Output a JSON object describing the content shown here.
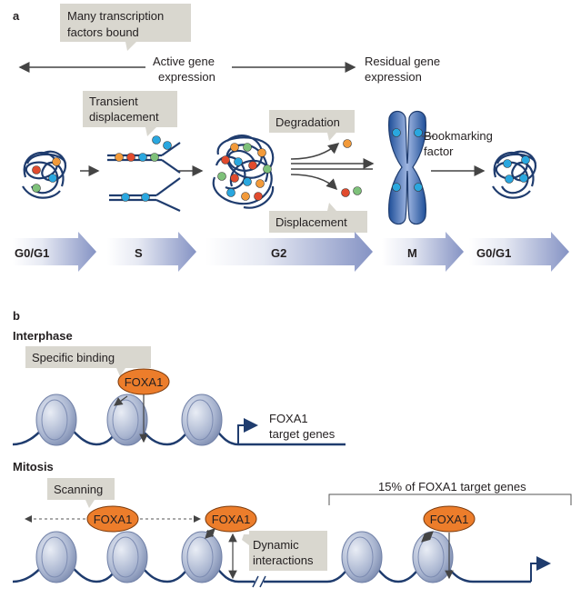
{
  "panel_a": {
    "letter": "a",
    "many_tf_box": [
      "Many transcription",
      "factors bound"
    ],
    "active_expr": [
      "Active gene",
      "expression"
    ],
    "residual_expr": [
      "Residual gene",
      "expression"
    ],
    "transient_box": [
      "Transient",
      "displacement"
    ],
    "degradation": "Degradation",
    "displacement": "Displacement",
    "bookmarking": [
      "Bookmarking",
      "factor"
    ],
    "phases": [
      "G0/G1",
      "S",
      "G2",
      "M",
      "G0/G1"
    ]
  },
  "panel_b": {
    "letter": "b",
    "interphase": "Interphase",
    "specific_binding": "Specific binding",
    "foxa1": "FOXA1",
    "target_genes": [
      "FOXA1",
      "target genes"
    ],
    "mitosis": "Mitosis",
    "scanning": "Scanning",
    "dynamic": [
      "Dynamic",
      "interactions"
    ],
    "percent_label": "15% of FOXA1 target genes"
  },
  "colors": {
    "dna": "#1f3c6e",
    "callout_box": "#d9d7cf",
    "foxa1_fill": "#ec7d2b",
    "arrow_gradient_start": "#ffffff",
    "arrow_gradient_end": "#8593c4",
    "nucleosome": "#9eabc9"
  }
}
